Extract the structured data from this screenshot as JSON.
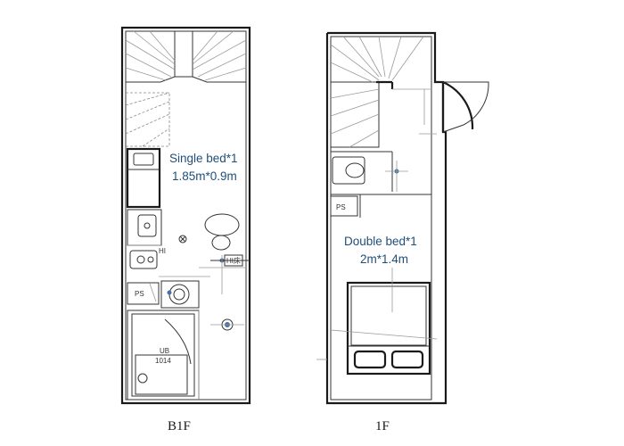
{
  "plans": [
    {
      "floor": "B1F",
      "bed_line1": "Single bed*1",
      "bed_line2": "1.85m*0.9m",
      "tags": {
        "ps": "PS",
        "ub": "UB",
        "ub_code": "1014",
        "hi": "HI",
        "gas": "HI床"
      }
    },
    {
      "floor": "1F",
      "bed_line1": "Double bed*1",
      "bed_line2": "2m*1.4m",
      "tags": {
        "ps": "PS"
      }
    }
  ]
}
